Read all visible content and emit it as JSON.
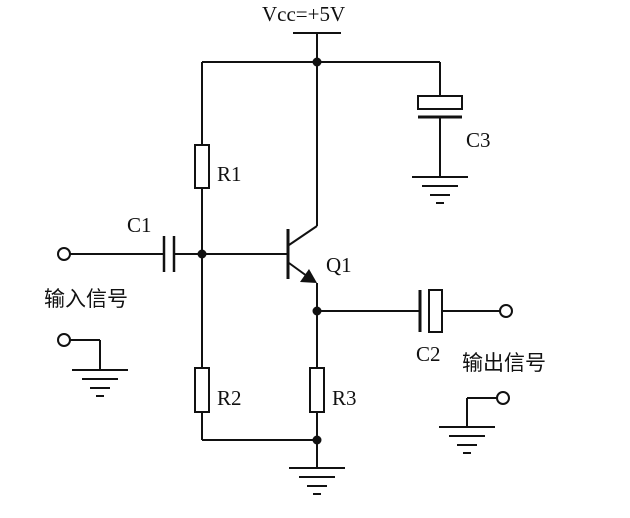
{
  "supply_label": "Vcc=+5V",
  "components": {
    "r1": "R1",
    "r2": "R2",
    "r3": "R3",
    "c1": "C1",
    "c2": "C2",
    "c3": "C3",
    "q1": "Q1"
  },
  "signals": {
    "input": "输入信号",
    "output": "输出信号"
  }
}
